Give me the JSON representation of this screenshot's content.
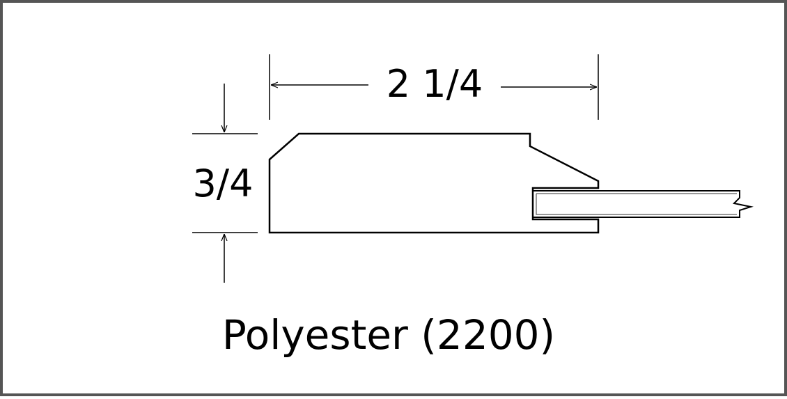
{
  "diagram": {
    "width_label": "2 1/4",
    "height_label": "3/4",
    "caption": "Polyester (2200)"
  },
  "colors": {
    "frame": "#555555",
    "line": "#000000",
    "panel_inner": "#777777"
  }
}
